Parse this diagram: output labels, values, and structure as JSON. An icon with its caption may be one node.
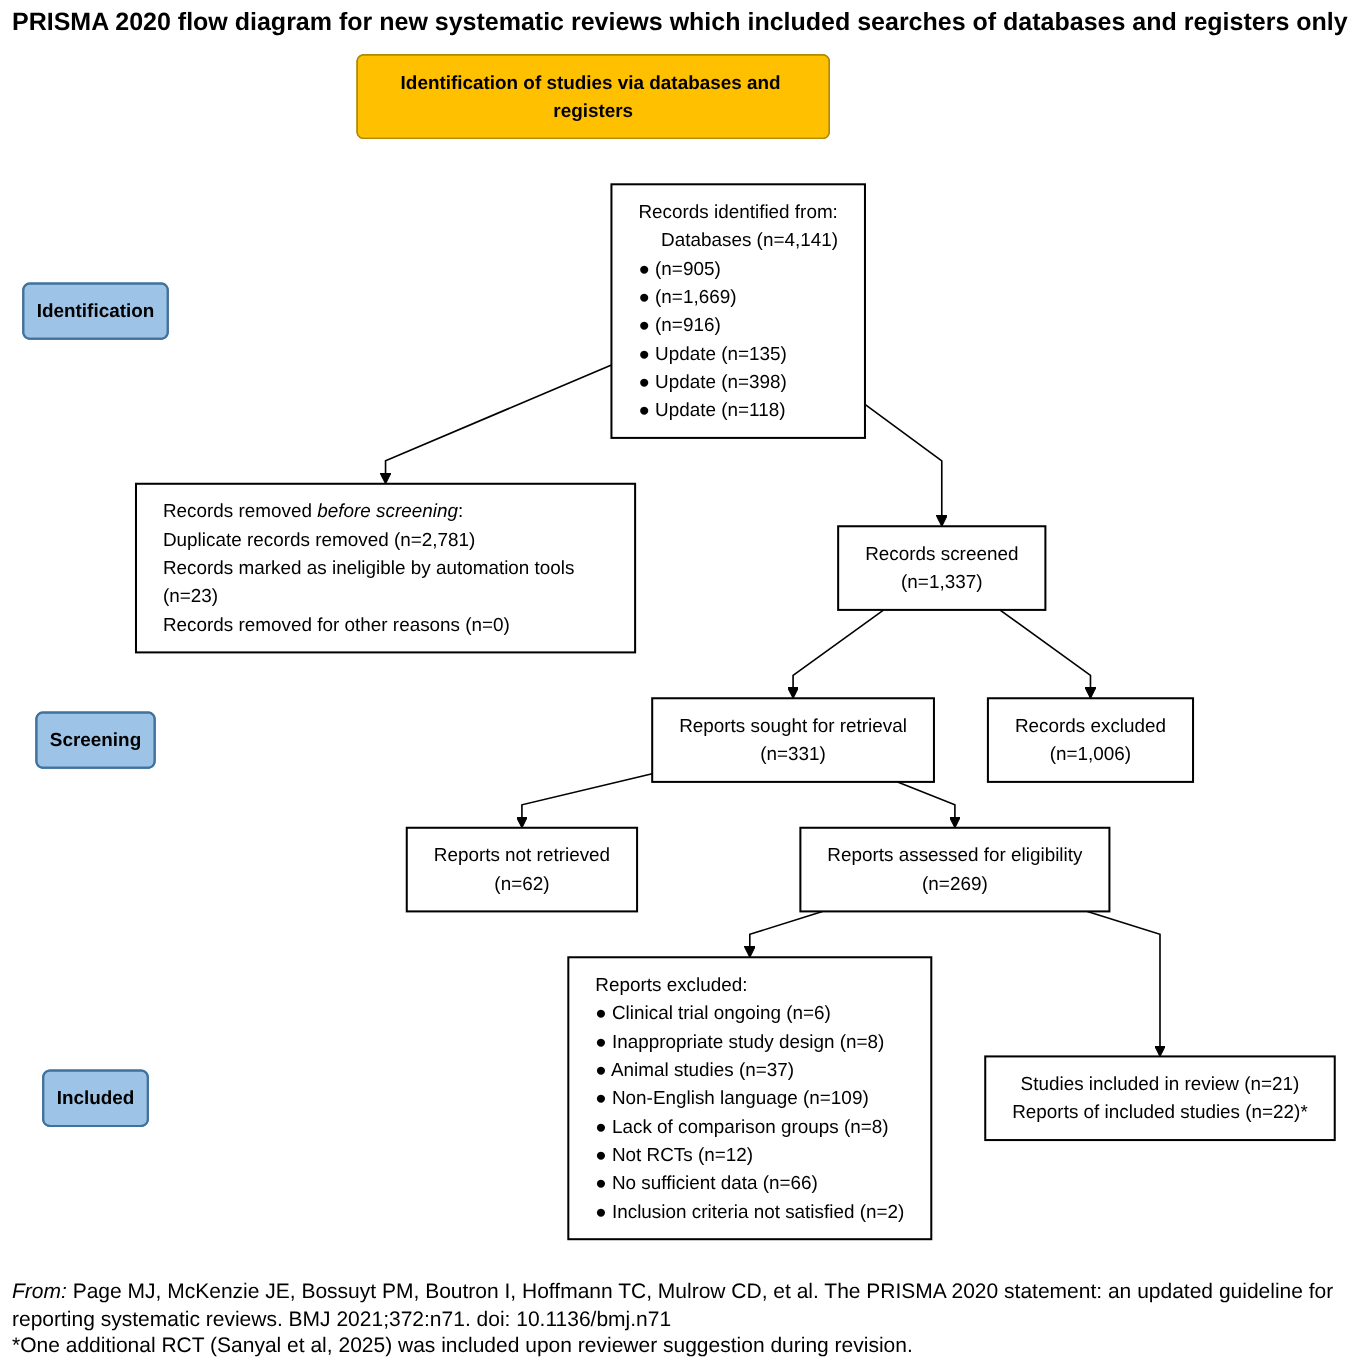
{
  "diagram": {
    "title": "PRISMA 2020 flow diagram for new systematic reviews which included searches of databases and registers only",
    "nodes": [
      {
        "text": [
          "Identification of studies via databases and registers"
        ]
      },
      {
        "text": [
          "Identification"
        ]
      },
      {
        "text": [
          "Records identified from:",
          "Databases (n=4,141)",
          "● (n=905)",
          "● (n=1,669)",
          "● (n=916)",
          "● Update (n=135)",
          "● Update (n=398)",
          "● Update (n=118)"
        ]
      },
      {
        "text": [
          "Records removed *before screening*:",
          "Duplicate records removed (n=2,781)",
          "Records marked as ineligible by automation tools (n=23)",
          "Records removed for other reasons (n=0)"
        ]
      },
      {
        "text": [
          "Screening"
        ]
      },
      {
        "text": [
          "Records screened",
          "(n=1,337)"
        ]
      },
      {
        "text": [
          "Records excluded",
          "(n=1,006)"
        ]
      },
      {
        "text": [
          "Reports sought for retrieval",
          "(n=331)"
        ]
      },
      {
        "text": [
          "Reports not retrieved",
          "(n=62)"
        ]
      },
      {
        "text": [
          "Reports assessed for eligibility",
          "(n=269)"
        ]
      },
      {
        "text": [
          "Reports excluded:",
          "● Clinical trial ongoing (n=6)",
          "● Inappropriate study design (n=8)",
          "● Animal studies (n=37)",
          "● Non-English language (n=109)",
          "● Lack of comparison groups (n=8)",
          "● Not RCTs (n=12)",
          "● No sufficient data (n=66)",
          "● Inclusion criteria not satisfied (n=2)"
        ]
      },
      {
        "text": [
          "Included"
        ]
      },
      {
        "text": [
          "Studies included in review (n=21)",
          "Reports of included studies (n=22)*"
        ]
      }
    ],
    "edges": [
      {
        "from": 2,
        "to": 3,
        "arrow": "to"
      },
      {
        "from": 2,
        "to": 5,
        "arrow": "to"
      },
      {
        "from": 5,
        "to": 6,
        "arrow": "to"
      },
      {
        "from": 5,
        "to": 7,
        "arrow": "to"
      },
      {
        "from": 7,
        "to": 8,
        "arrow": "to"
      },
      {
        "from": 7,
        "to": 9,
        "arrow": "to"
      },
      {
        "from": 9,
        "to": 10,
        "arrow": "to"
      },
      {
        "from": 9,
        "to": 12,
        "arrow": "to"
      }
    ],
    "caption": "*From:* Page MJ, McKenzie JE, Bossuyt PM, Boutron I, Hoffmann TC, Mulrow CD, et al. The PRISMA 2020 statement: an updated guideline for reporting systematic reviews. BMJ 2021;372:n71. doi: 10.1136/bmj.n71",
    "labels": [
      "*One additional RCT (Sanyal et al, 2025) was included upon reviewer suggestion during revision."
    ]
  }
}
